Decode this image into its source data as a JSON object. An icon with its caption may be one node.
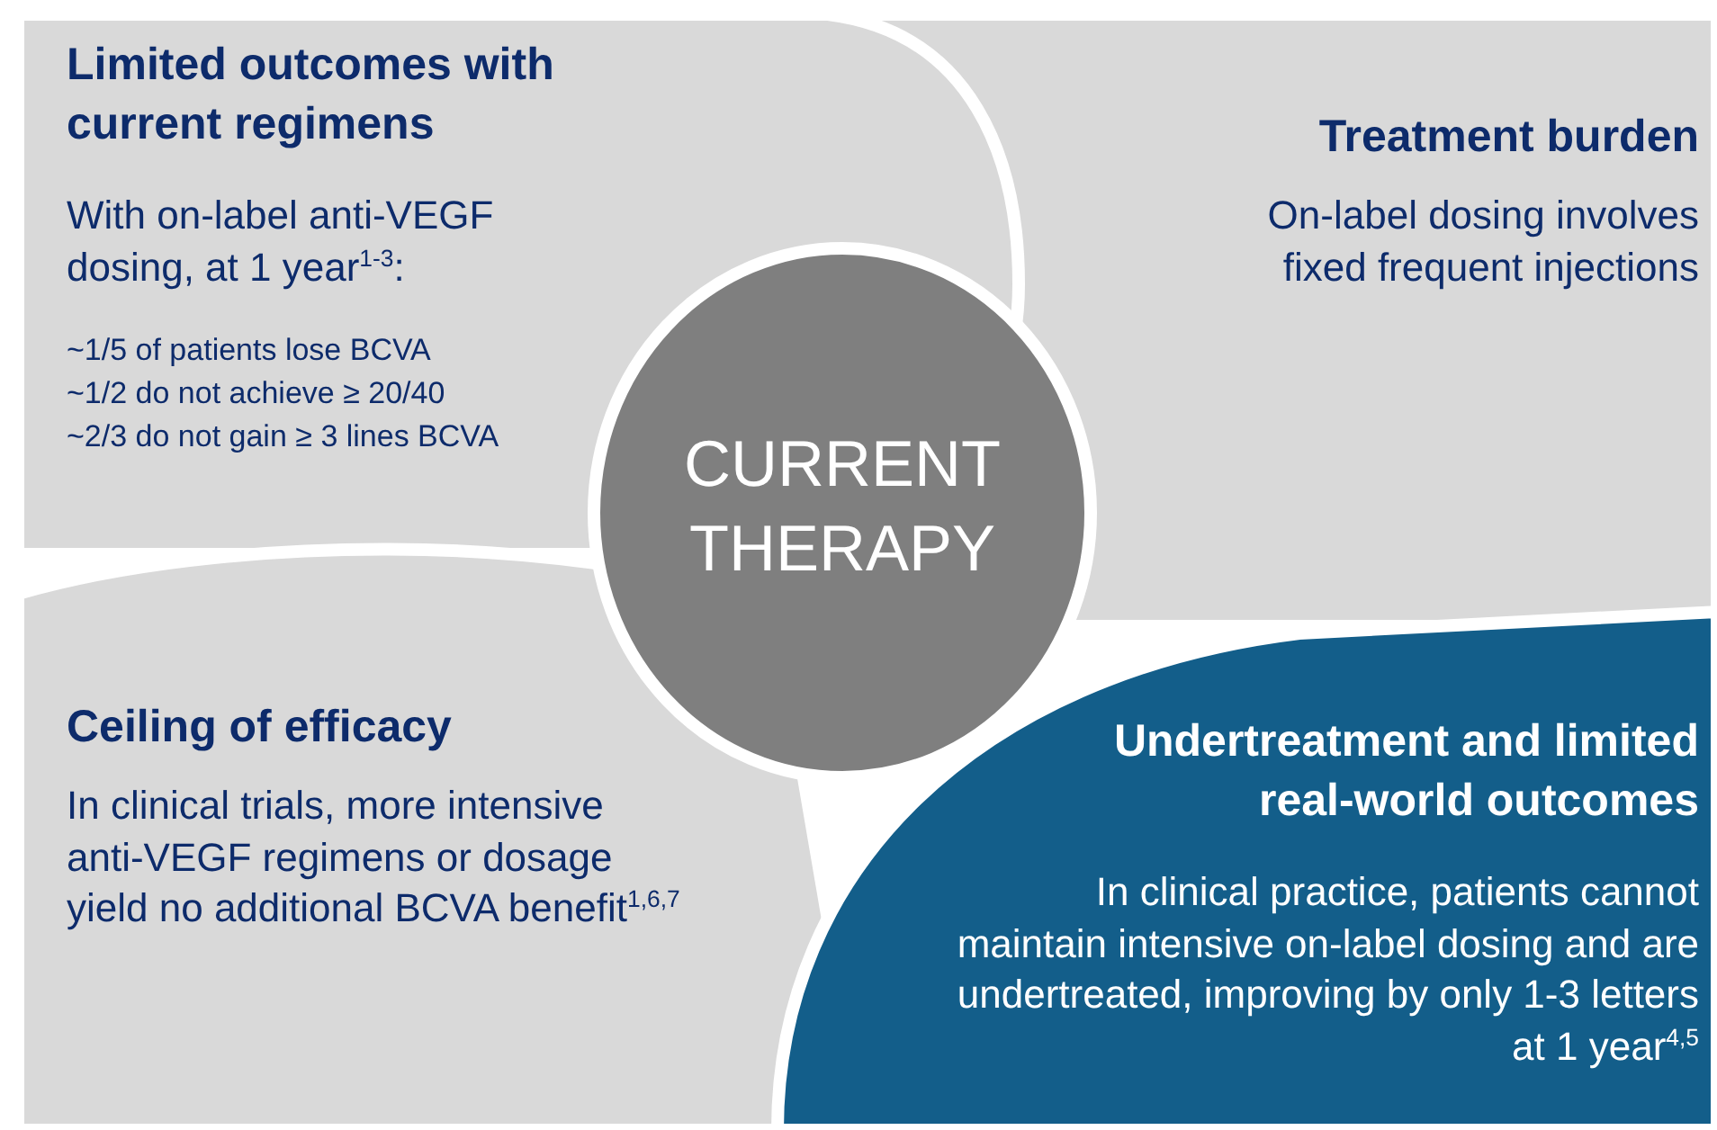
{
  "diagram": {
    "nodes": [
      {
        "text": [
          "Limited outcomes with current regimens",
          "With on-label anti-VEGF dosing, at 1 year$^{1-3}$:",
          "~1/5 of patients lose BCVA",
          "~1/2 do not achieve ≥ 20/40",
          "~2/3 do not gain ≥ 3 lines BCVA"
        ]
      },
      {
        "text": [
          "Treatment burden",
          "On-label dosing involves fixed frequent injections"
        ]
      },
      {
        "text": [
          "Ceiling of efficacy",
          "In clinical trials, more intensive anti-VEGF regimens or dosage yield no additional BCVA benefit$^{1,6,7}$"
        ]
      },
      {
        "text": [
          "Undertreatment and limited real-world outcomes",
          "In clinical practice, patients cannot maintain intensive on-label dosing and are undertreated, improving by only 1-3 letters at 1 year$^{4,5}$"
        ]
      },
      {
        "text": [
          "CURRENT THERAPY"
        ]
      }
    ]
  }
}
